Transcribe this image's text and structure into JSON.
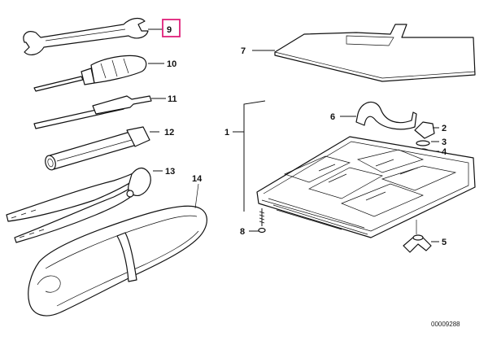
{
  "labels": {
    "p1": "1",
    "p2": "2",
    "p3": "3",
    "p4": "4",
    "p5": "5",
    "p6": "6",
    "p7": "7",
    "p8": "8",
    "p9": "9",
    "p10": "10",
    "p11": "11",
    "p12": "12",
    "p13": "13",
    "p14": "14"
  },
  "highlighted_part": "9",
  "highlight_color": "#e0207a",
  "diagram_code": "00009288"
}
